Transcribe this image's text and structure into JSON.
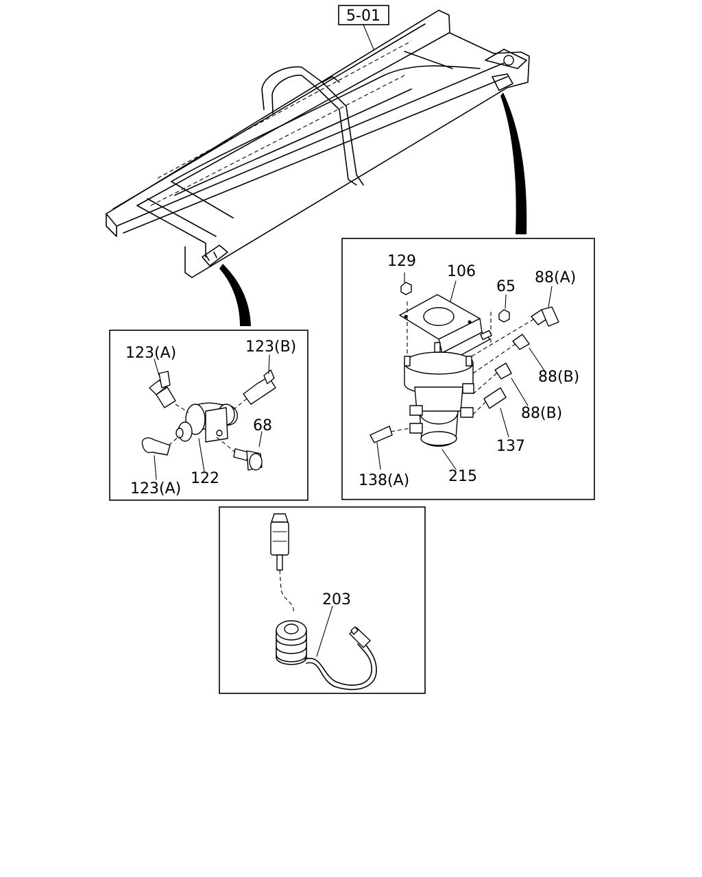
{
  "section_ref": "5-01",
  "callouts": {
    "c129": "129",
    "c106": "106",
    "c65": "65",
    "c88a": "88(A)",
    "c88b1": "88(B)",
    "c88b2": "88(B)",
    "c137": "137",
    "c138a": "138(A)",
    "c215": "215",
    "c123a1": "123(A)",
    "c123b": "123(B)",
    "c68": "68",
    "c123a2": "123(A)",
    "c122": "122",
    "c203": "203"
  }
}
